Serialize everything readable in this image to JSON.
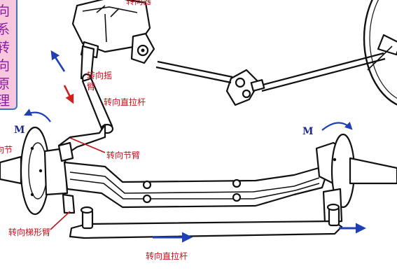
{
  "side_panel": {
    "chars": [
      "向",
      "系",
      "转",
      "向",
      "原",
      "理"
    ],
    "bg_color": "#f7c8dd",
    "border_color": "#3a73c6",
    "text_color": "#8a1aa0"
  },
  "labels": {
    "top_partial": "转向器",
    "steering_arm": {
      "line1": "转向摇",
      "line2": "臂"
    },
    "drag_link": "转向直拉杆",
    "knuckle": "向节",
    "knuckle_arm": "转向节臂",
    "trapezoid_arm": "转向梯形臂",
    "tie_rod": "转向直拉杆",
    "moment_left": "M",
    "moment_right": "M"
  },
  "colors": {
    "label_red": "#c0141b",
    "arrow_blue": "#1f3fb5",
    "arrow_red": "#d0201a",
    "outline": "#111111"
  },
  "icons": {
    "motion_arrows": "arrow-icon",
    "moment_arrows": "curved-arrow-icon"
  }
}
